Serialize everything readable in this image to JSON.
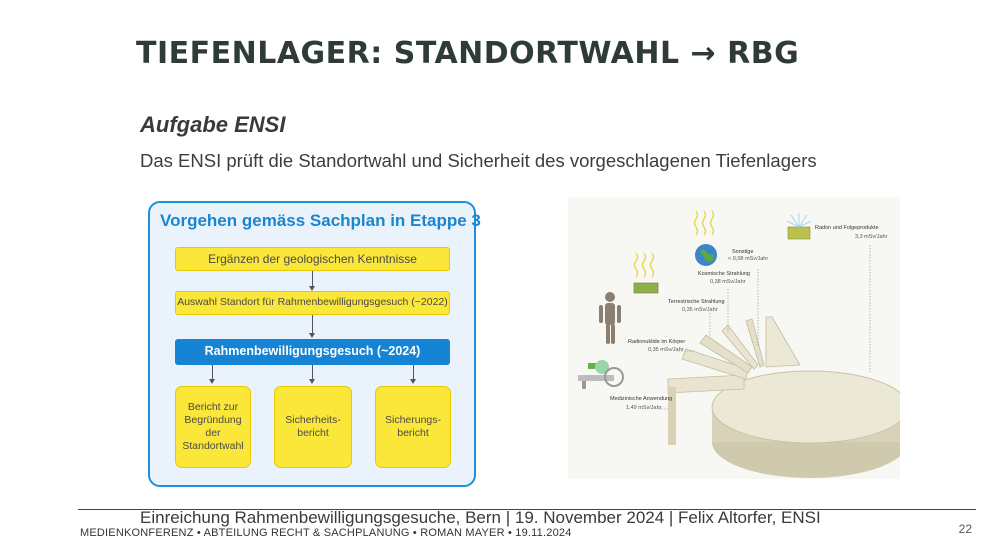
{
  "slide": {
    "title": "TIEFENLAGER: STANDORTWAHL → RBG",
    "subtitle": "Aufgabe ENSI",
    "description": "Das ENSI prüft die Standortwahl und Sicherheit des vorgeschlagenen Tiefenlagers"
  },
  "flow": {
    "title": "Vorgehen gemäss Sachplan in Etappe 3",
    "step1": "Ergänzen der geologischen Kenntnisse",
    "step2": "Auswahl Standort für Rahmenbewilligungsgesuch (~2022)",
    "step3": "Rahmenbewilligungsgesuch (~2024)",
    "cards": [
      "Bericht zur Begründung der Standortwahl",
      "Sicherheits-bericht",
      "Sicherungs-bericht"
    ]
  },
  "radiation": {
    "items": [
      {
        "label": "Radon und Folgeprodukte",
        "value": "3,3 mSv/Jahr"
      },
      {
        "label": "Sonstige",
        "value": "< 0,08 mSv/Jahr"
      },
      {
        "label": "Kosmische Strahlung",
        "value": "0,38 mSv/Jahr"
      },
      {
        "label": "Terrestrische Strahlung",
        "value": "0,35 mSv/Jahr"
      },
      {
        "label": "Radionuklide im Körper",
        "value": "0,35 mSv/Jahr"
      },
      {
        "label": "Medizinische Anwendung",
        "value": "1,49 mSv/Jahr"
      }
    ]
  },
  "footer": {
    "event": "Einreichung Rahmenbewilligungsgesuche, Bern | 19. November 2024 | Felix Altorfer, ENSI",
    "meta": "MEDIENKONFERENZ  •  ABTEILUNG RECHT & SACHPLANUNG •  ROMAN MAYER  •  19.11.2024",
    "page": "22"
  },
  "colors": {
    "title": "#2f3b37",
    "panel_border": "#1f8fd6",
    "panel_bg": "#eaf3fb",
    "yellow": "#fbe63a",
    "blue": "#1584d4",
    "pie": "#e0dcc5"
  }
}
